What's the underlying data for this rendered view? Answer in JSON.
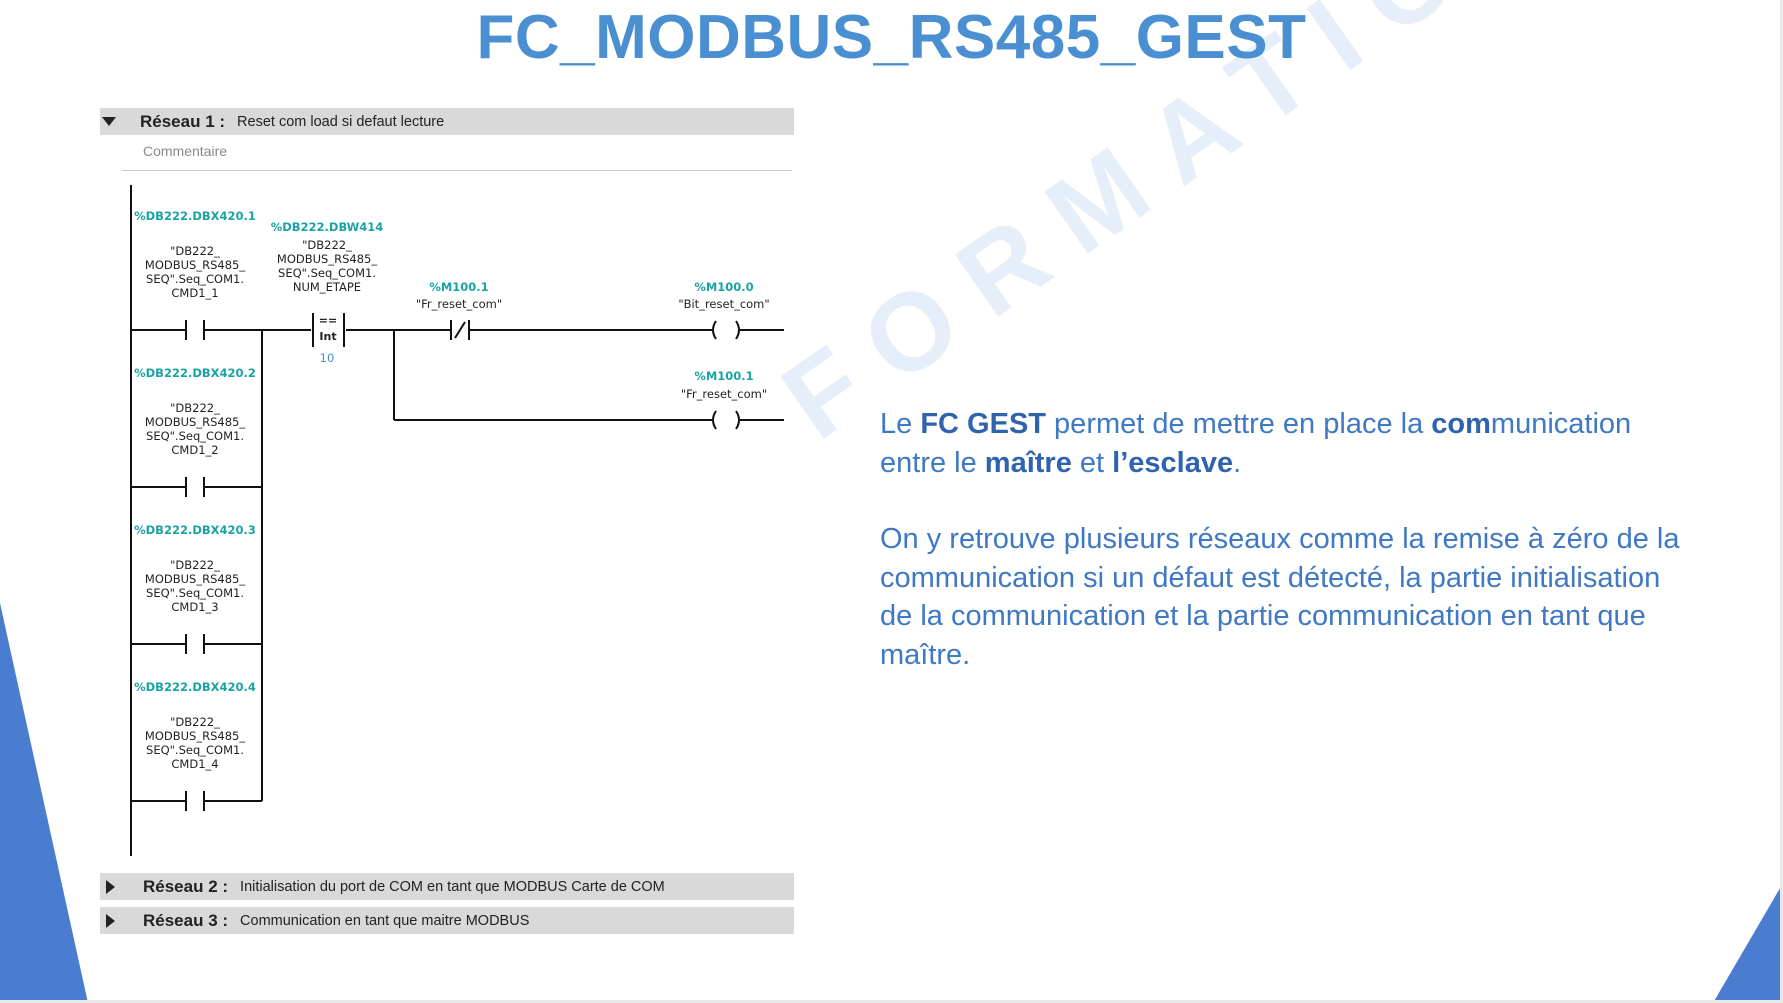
{
  "slide": {
    "title": "FC_MODBUS_RS485_GEST",
    "watermark": "FORMATION OUEST"
  },
  "networks": [
    {
      "name": "Réseau 1 :",
      "description": "Reset com load si defaut lecture",
      "expanded": true,
      "comment_placeholder": "Commentaire"
    },
    {
      "name": "Réseau 2 :",
      "description": "Initialisation du port de COM en tant que MODBUS Carte de COM",
      "expanded": false
    },
    {
      "name": "Réseau 3 :",
      "description": "Communication en tant que maitre MODBUS",
      "expanded": false
    }
  ],
  "ladder": {
    "contacts": [
      {
        "address": "%DB222.DBX420.1",
        "symbol": [
          "\"DB222_",
          "MODBUS_RS485_",
          "SEQ\".Seq_COM1.",
          "CMD1_1"
        ]
      },
      {
        "address": "%DB222.DBX420.2",
        "symbol": [
          "\"DB222_",
          "MODBUS_RS485_",
          "SEQ\".Seq_COM1.",
          "CMD1_2"
        ]
      },
      {
        "address": "%DB222.DBX420.3",
        "symbol": [
          "\"DB222_",
          "MODBUS_RS485_",
          "SEQ\".Seq_COM1.",
          "CMD1_3"
        ]
      },
      {
        "address": "%DB222.DBX420.4",
        "symbol": [
          "\"DB222_",
          "MODBUS_RS485_",
          "SEQ\".Seq_COM1.",
          "CMD1_4"
        ]
      }
    ],
    "compare": {
      "address": "%DB222.DBW414",
      "symbol": [
        "\"DB222_",
        "MODBUS_RS485_",
        "SEQ\".Seq_COM1.",
        "NUM_ETAPE"
      ],
      "operator": "==",
      "type": "Int",
      "value": "10"
    },
    "nc_contact": {
      "address": "%M100.1",
      "symbol": "\"Fr_reset_com\""
    },
    "coils": [
      {
        "address": "%M100.0",
        "symbol": "\"Bit_reset_com\""
      },
      {
        "address": "%M100.1",
        "symbol": "\"Fr_reset_com\""
      }
    ]
  },
  "text": {
    "p1": {
      "a": "Le ",
      "b1": "FC GEST",
      "c": " permet de mettre en place la ",
      "b2": "com",
      "d": "munication entre le ",
      "b3": "maître",
      "e": " et ",
      "b4": "l’esclave",
      "f": "."
    },
    "p2": "On  y retrouve plusieurs réseaux comme la remise à zéro de la communication si un défaut est détecté, la partie initialisation de la communication et la partie communication en tant que maître."
  },
  "colors": {
    "title": "#4a8fd1",
    "text": "#3f78c4",
    "address": "#1aa3a3",
    "accent_triangle": "#4a7dd0",
    "header_bg": "#d9d9d9"
  }
}
